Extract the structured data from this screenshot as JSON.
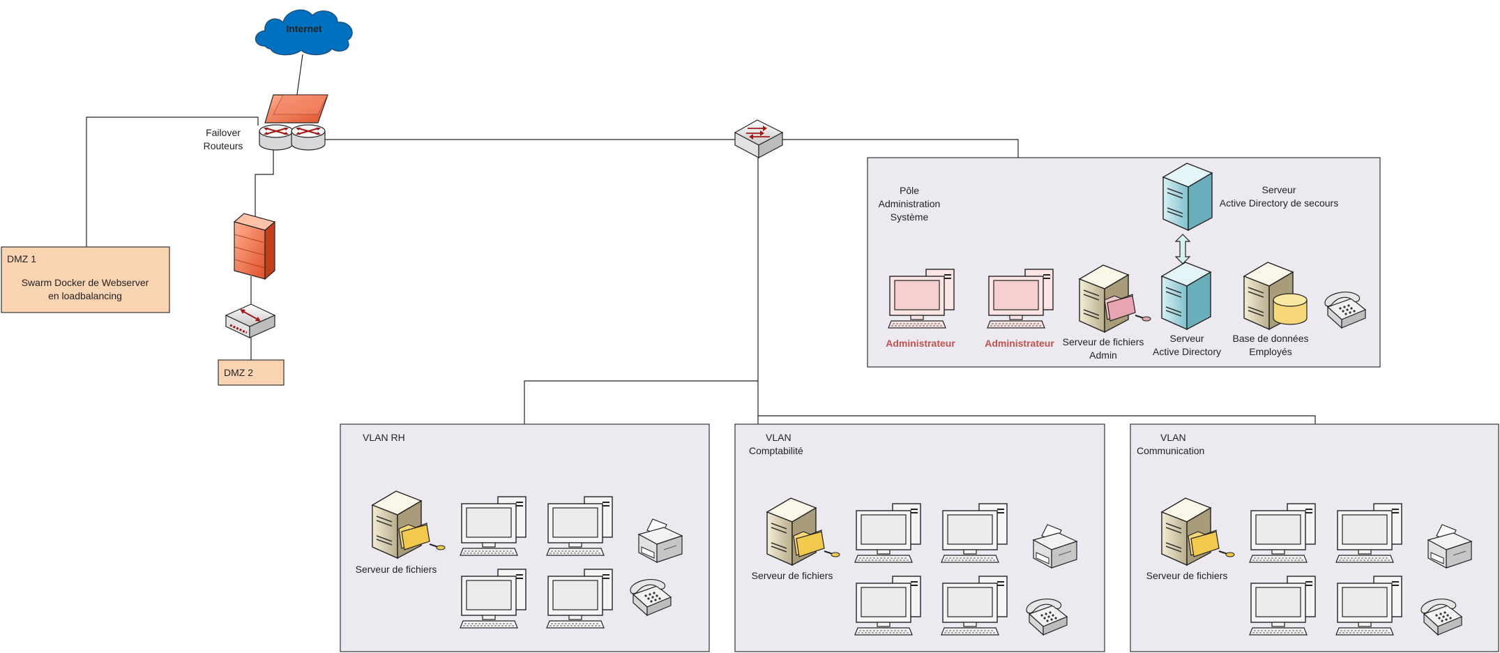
{
  "internet": {
    "label": "Internet"
  },
  "routers": {
    "label_line1": "Failover",
    "label_line2": "Routeurs"
  },
  "dmz1": {
    "title": "DMZ 1",
    "line1": "Swarm Docker de Webserver",
    "line2": "en loadbalancing"
  },
  "dmz2": {
    "title": "DMZ 2"
  },
  "admin_zone": {
    "title_line1": "Pôle",
    "title_line2": "Administration",
    "title_line3": "Système",
    "backup_ad_line1": "Serveur",
    "backup_ad_line2": "Active Directory de secours",
    "admin1": "Administrateur",
    "admin2": "Administrateur",
    "fileserver_line1": "Serveur de fichiers",
    "fileserver_line2": "Admin",
    "ad_line1": "Serveur",
    "ad_line2": "Active Directory",
    "db_line1": "Base de données",
    "db_line2": "Employés"
  },
  "vlan_rh": {
    "title_line1": "VLAN RH",
    "fileserver": "Serveur de fichiers"
  },
  "vlan_compta": {
    "title_line1": "VLAN",
    "title_line2": "Comptabilité",
    "fileserver": "Serveur de fichiers"
  },
  "vlan_comm": {
    "title_line1": "VLAN",
    "title_line2": "Communication",
    "fileserver": "Serveur de fichiers"
  },
  "colors": {
    "cloud": "#0070c0",
    "firewall": "#e8603c",
    "dmz_fill": "#fbd4b4",
    "panel_fill": "#eceaf0",
    "admin_text": "#c0504d",
    "server_ad": "#a8d8e0"
  }
}
